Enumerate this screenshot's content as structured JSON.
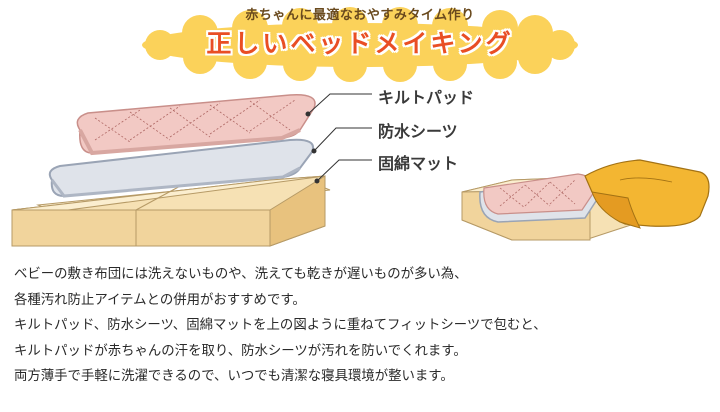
{
  "header": {
    "subtitle": "赤ちゃんに最適なおやすみタイム作り",
    "title": "正しいベッドメイキング"
  },
  "layers": [
    {
      "label": "キルトパッド",
      "color": "#f2c9c4"
    },
    {
      "label": "防水シーツ",
      "color": "#dfe3ea"
    },
    {
      "label": "固綿マット",
      "color": "#f6e1b4"
    }
  ],
  "colors": {
    "title_red": "#e94e24",
    "cloud_yellow": "#fbd25a",
    "mat_beige": "#f6e1b4",
    "quilt_pink": "#f2c9c4",
    "sheet_gray": "#dfe3ea",
    "fitted_sheet_yellow": "#f3b632"
  },
  "description": {
    "lines": [
      "ベビーの敷き布団には洗えないものや、洗えても乾きが遅いものが多い為、",
      "各種汚れ防止アイテムとの併用がおすすめです。",
      "キルトパッド、防水シーツ、固綿マットを上の図ように重ねてフィットシーツで包むと、",
      "キルトパッドが赤ちゃんの汗を取り、防水シーツが汚れを防いでくれます。",
      "両方薄手で手軽に洗濯できるので、いつでも清潔な寝具環境が整います。"
    ]
  }
}
